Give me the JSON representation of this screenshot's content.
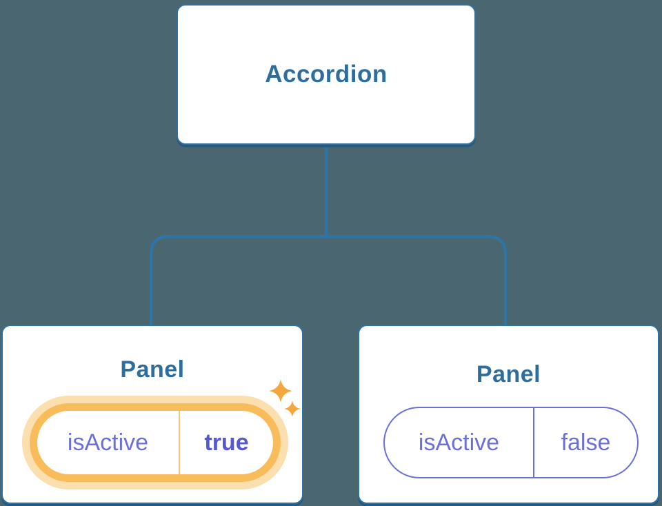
{
  "canvas": {
    "background": "#4A6670"
  },
  "colors": {
    "bg": "#4A6670",
    "node_border": "#32719F",
    "node_text": "#2E6E9E",
    "connector": "#2E74A4",
    "node_shadow": "#27597F",
    "purple": "#6B6FD8",
    "purple_bold": "#5558D2",
    "orange_ring": "#F8BC5A",
    "orange_halo": "#FBDFAF",
    "orange_divider": "#F5C878",
    "sparkle": "#F2A83C"
  },
  "tree": {
    "root": {
      "label": "Accordion"
    },
    "children": [
      {
        "label": "Panel",
        "state": {
          "key": "isActive",
          "value": "true",
          "highlighted": true
        }
      },
      {
        "label": "Panel",
        "state": {
          "key": "isActive",
          "value": "false",
          "highlighted": false
        }
      }
    ]
  }
}
